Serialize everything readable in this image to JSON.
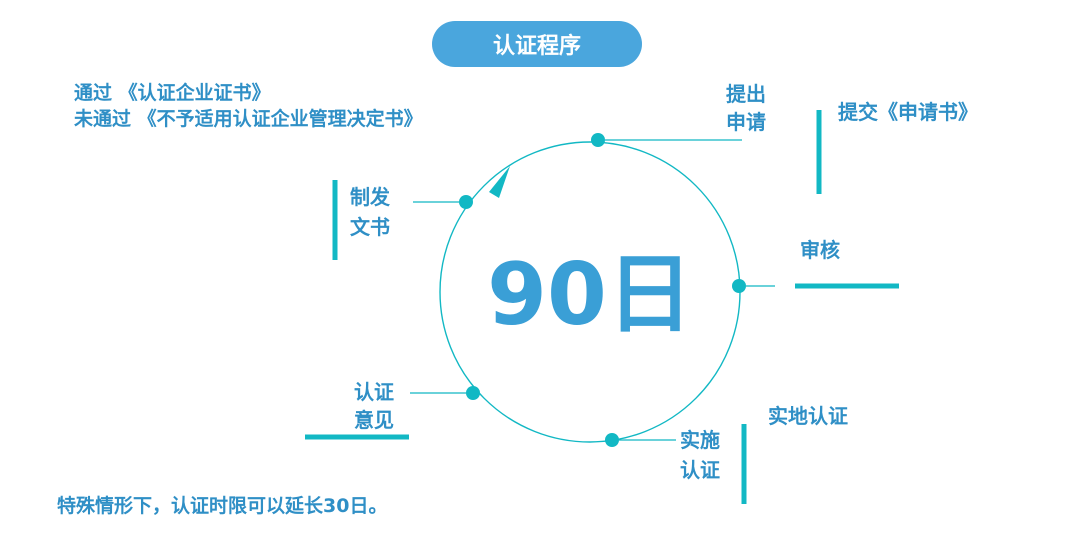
{
  "title": "认证程序",
  "center": "90日",
  "results": {
    "pass": "通过 《认证企业证书》",
    "fail": "未通过 《不予适用认证企业管理决定书》"
  },
  "steps": {
    "apply": {
      "label_line1": "提出",
      "label_line2": "申请",
      "desc": "提交《申请书》"
    },
    "review": {
      "label": "审核"
    },
    "onsite": {
      "label_line1": "实施",
      "label_line2": "认证",
      "desc": "实地认证"
    },
    "opinion": {
      "label_line1": "认证",
      "label_line2": "意见"
    },
    "issue": {
      "label_line1": "制发",
      "label_line2": "文书"
    }
  },
  "footnote": "特殊情形下，认证时限可以延长30日。",
  "colors": {
    "teal": "#12b8c4",
    "blue_text": "#2f8fc6",
    "pill": "#4aa6dd"
  }
}
